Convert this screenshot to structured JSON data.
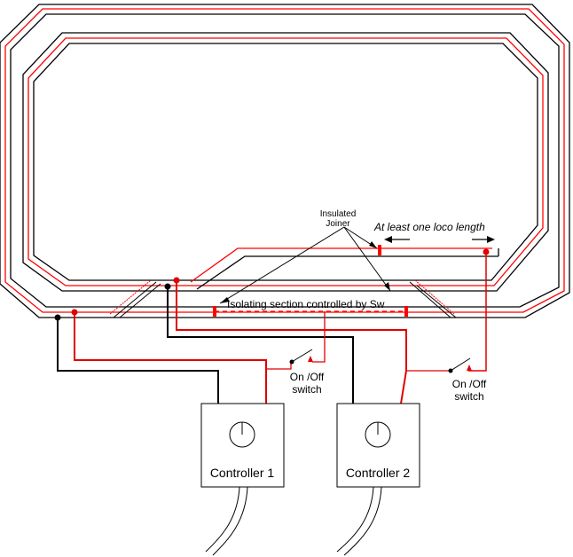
{
  "labels": {
    "insulated_joiner_line1": "Insulated",
    "insulated_joiner_line2": "Joiner",
    "loco_length": "At least one loco length",
    "isolating_section": "Isolating section controlled by Sw",
    "switch1_line1": "On /Off",
    "switch1_line2": "switch",
    "switch2_line1": "On /Off",
    "switch2_line2": "switch",
    "controller1": "Controller 1",
    "controller2": "Controller 2"
  },
  "colors": {
    "rail_black": "#000000",
    "rail_red": "#ff0000",
    "wire_black": "#000000",
    "wire_red": "#e00000",
    "background": "#ffffff"
  }
}
